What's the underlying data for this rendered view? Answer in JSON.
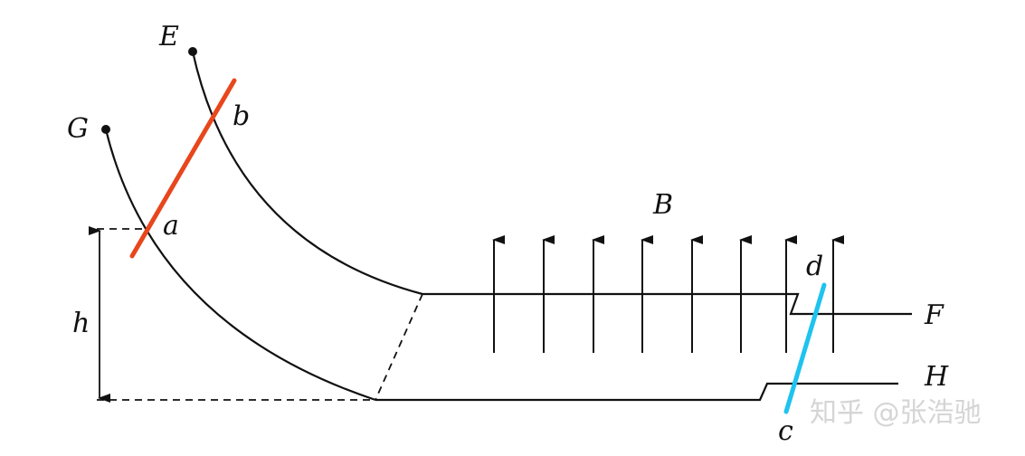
{
  "labels": {
    "E": "E",
    "G": "G",
    "a": "a",
    "b": "b",
    "B": "B",
    "d": "d",
    "c": "c",
    "F": "F",
    "H": "H",
    "h": "h"
  },
  "watermark": "知乎 @张浩驰",
  "colors": {
    "line": "#111111",
    "rod_ab": "#e8461c",
    "rod_cd": "#1ec3ef",
    "watermark": "#d5d5d5"
  },
  "field_arrow_count": 8
}
